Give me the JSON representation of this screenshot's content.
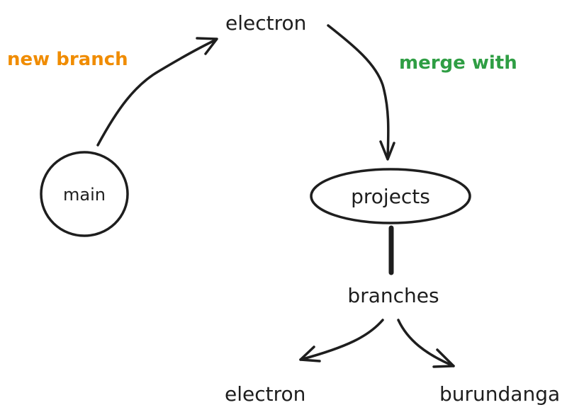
{
  "nodes": {
    "main": {
      "label": "main",
      "shape": "circle"
    },
    "electron_top": {
      "label": "electron"
    },
    "projects": {
      "label": "projects",
      "shape": "ellipse"
    },
    "branches": {
      "label": "branches"
    },
    "electron_bottom": {
      "label": "electron"
    },
    "burundanga": {
      "label": "burundanga"
    }
  },
  "edges": {
    "new_branch": {
      "label": "new branch",
      "color": "#f08c00",
      "from": "main",
      "to": "electron"
    },
    "merge_with": {
      "label": "merge with",
      "color": "#2f9e44",
      "from": "electron",
      "to": "projects"
    }
  },
  "colors": {
    "ink": "#1e1e1e",
    "background": "#ffffff"
  }
}
